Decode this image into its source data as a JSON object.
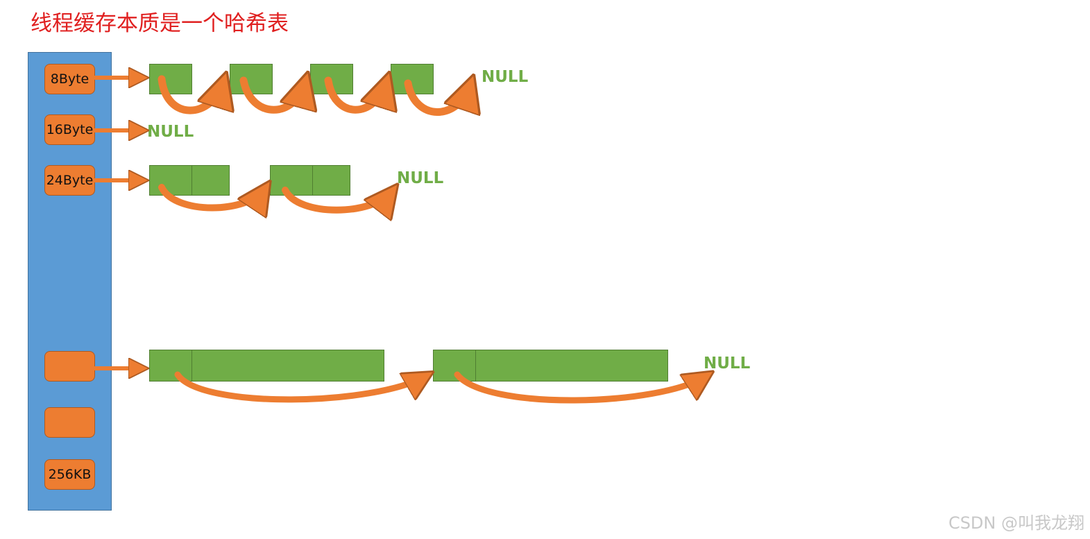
{
  "title": "线程缓存本质是一个哈希表",
  "slots": [
    {
      "label": "8Byte"
    },
    {
      "label": "16Byte"
    },
    {
      "label": "24Byte"
    },
    {
      "label": ""
    },
    {
      "label": ""
    },
    {
      "label": "256KB"
    }
  ],
  "lists": {
    "row_8byte": {
      "null_label": "NULL"
    },
    "row_16byte": {
      "null_label": "NULL"
    },
    "row_24byte": {
      "null_label": "NULL"
    },
    "row_large": {
      "null_label": "NULL"
    }
  },
  "colors": {
    "title": "#e02020",
    "column": "#5b9bd5",
    "slot": "#ed7d31",
    "block": "#70ad47",
    "arrow": "#ed7d31",
    "null_text": "#70ad47"
  },
  "watermark": "CSDN @叫我龙翔"
}
